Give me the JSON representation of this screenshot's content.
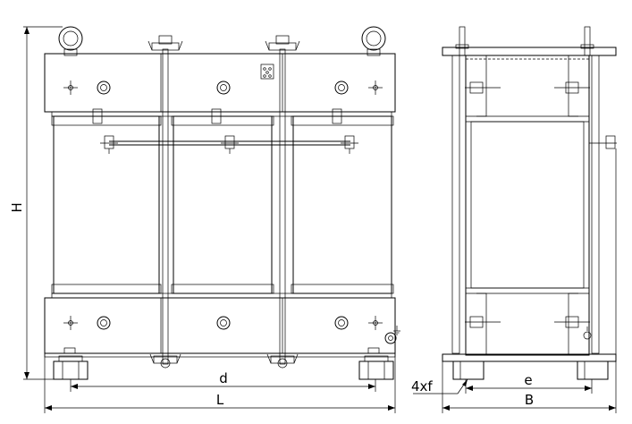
{
  "dimensions": {
    "height_label": "H",
    "length_label": "L",
    "center_distance_label": "d",
    "width_label": "B",
    "mount_spacing_label": "e",
    "mount_holes_label": "4xf"
  },
  "colors": {
    "line": "#000000",
    "background": "#ffffff"
  }
}
